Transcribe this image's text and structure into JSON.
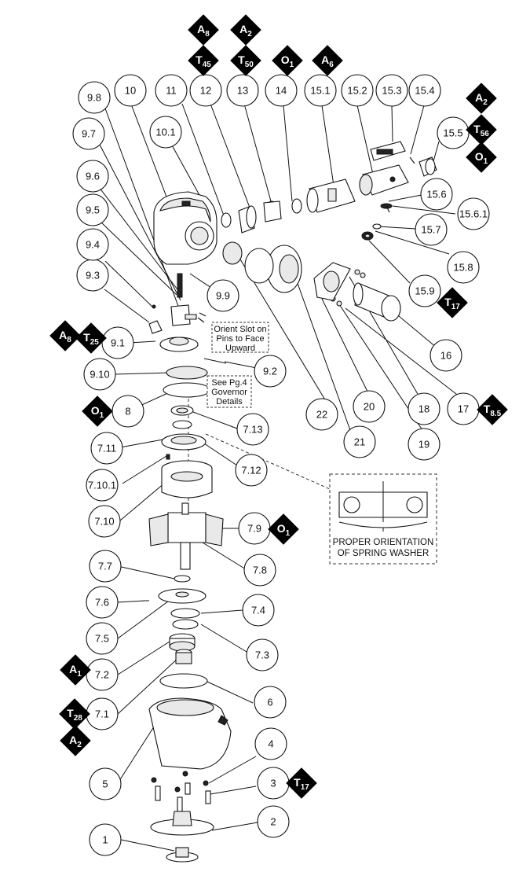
{
  "callouts": [
    "1",
    "2",
    "3",
    "4",
    "5",
    "6",
    "7.1",
    "7.2",
    "7.3",
    "7.4",
    "7.5",
    "7.6",
    "7.7",
    "7.8",
    "7.9",
    "7.10",
    "7.10.1",
    "7.11",
    "7.12",
    "7.13",
    "8",
    "9.1",
    "9.2",
    "9.3",
    "9.4",
    "9.5",
    "9.6",
    "9.7",
    "9.8",
    "9.9",
    "9.10",
    "10",
    "10.1",
    "11",
    "12",
    "13",
    "14",
    "15.1",
    "15.2",
    "15.3",
    "15.4",
    "15.5",
    "15.6",
    "15.6.1",
    "15.7",
    "15.8",
    "15.9",
    "16",
    "17",
    "18",
    "19",
    "20",
    "21",
    "22"
  ],
  "markers": [
    {
      "letter": "A",
      "sub": "8"
    },
    {
      "letter": "A",
      "sub": "2"
    },
    {
      "letter": "T",
      "sub": "45"
    },
    {
      "letter": "T",
      "sub": "50"
    },
    {
      "letter": "O",
      "sub": "1"
    },
    {
      "letter": "A",
      "sub": "6"
    },
    {
      "letter": "A",
      "sub": "2"
    },
    {
      "letter": "T",
      "sub": "56"
    },
    {
      "letter": "O",
      "sub": "1"
    },
    {
      "letter": "T",
      "sub": "17"
    },
    {
      "letter": "A",
      "sub": "8"
    },
    {
      "letter": "T",
      "sub": "25"
    },
    {
      "letter": "T",
      "sub": "8.5"
    },
    {
      "letter": "O",
      "sub": "1"
    },
    {
      "letter": "O",
      "sub": "1"
    },
    {
      "letter": "A",
      "sub": "1"
    },
    {
      "letter": "T",
      "sub": "28"
    },
    {
      "letter": "A",
      "sub": "2"
    },
    {
      "letter": "T",
      "sub": "17"
    }
  ],
  "notes": {
    "orient_slot": [
      "Orient Slot on",
      "Pins to Face",
      "Upward"
    ],
    "governor": [
      "See Pg.4",
      "Governor",
      "Details"
    ],
    "spring_washer": [
      "PROPER ORIENTATION",
      "OF SPRING WASHER"
    ]
  }
}
